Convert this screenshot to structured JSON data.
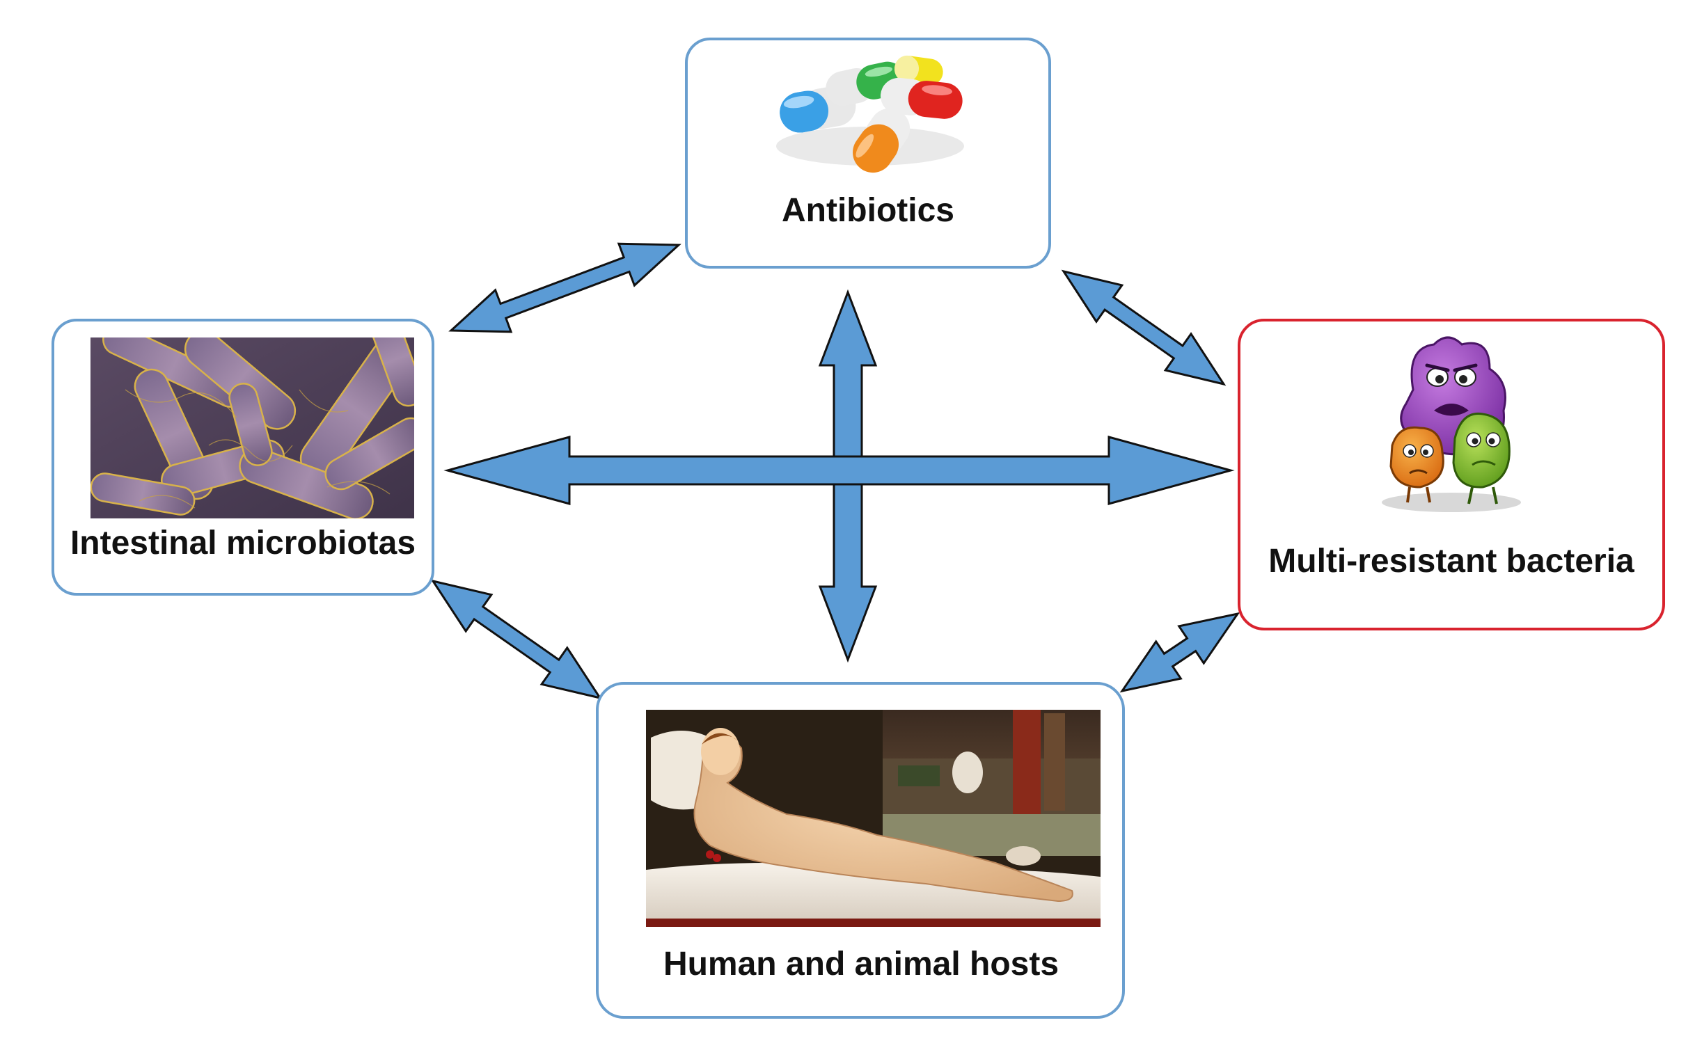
{
  "nodes": {
    "antibiotics": {
      "label": "Antibiotics",
      "image": "pills-icon"
    },
    "microbiota": {
      "label": "Intestinal microbiotas",
      "image": "bacteria-micrograph"
    },
    "resistant": {
      "label": "Multi-resistant bacteria",
      "image": "germ-cartoon-icon"
    },
    "hosts": {
      "label": "Human and animal hosts",
      "image": "reclining-figure-painting"
    }
  },
  "colors": {
    "box_border": "#6a9fcf",
    "alert_border": "#d9232e",
    "arrow_fill": "#5b9bd5",
    "arrow_stroke": "#111111"
  },
  "connections": [
    {
      "from": "microbiota",
      "to": "antibiotics",
      "direction": "both"
    },
    {
      "from": "antibiotics",
      "to": "resistant",
      "direction": "both"
    },
    {
      "from": "microbiota",
      "to": "hosts",
      "direction": "both"
    },
    {
      "from": "hosts",
      "to": "resistant",
      "direction": "both"
    },
    {
      "from": "antibiotics",
      "to": "hosts",
      "direction": "both"
    },
    {
      "from": "microbiota",
      "to": "resistant",
      "direction": "both"
    }
  ]
}
